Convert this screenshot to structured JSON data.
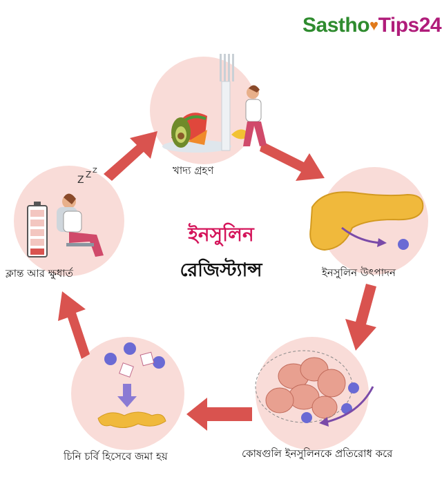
{
  "logo": {
    "part1": "Sastho",
    "part2": "Tips24"
  },
  "center": {
    "line1": "ইনসুলিন",
    "line2": "রেজিস্ট্যান্স"
  },
  "steps": {
    "food": "খাদ্য গ্রহণ",
    "insulin": "ইনসুলিন উৎপাদন",
    "resist": "কোষগুলি ইনসুলিনকে প্রতিরোধ করে",
    "fat": "চিনি চর্বি হিসেবে জমা হয়",
    "tired": "ক্লান্ত আর ক্ষুধার্ত"
  },
  "colors": {
    "arrow": "#d9534f",
    "circle": "#f9dcd8",
    "pancreas": "#f0b93c",
    "molecule": "#6a6ad4",
    "cell": "#e8a090"
  }
}
